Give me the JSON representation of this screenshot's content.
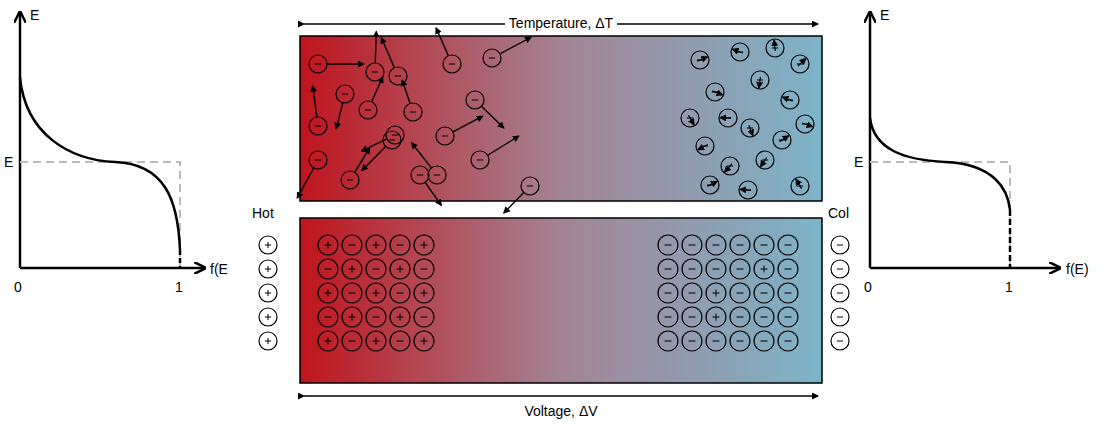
{
  "diagram": {
    "labels": [
      "Temperature, ΔT",
      "Voltage, ΔV",
      "Hot",
      "Col",
      "E",
      "E",
      "0",
      "1",
      "f(E",
      "E",
      "E",
      "0",
      "1",
      "f(E)"
    ]
  }
}
